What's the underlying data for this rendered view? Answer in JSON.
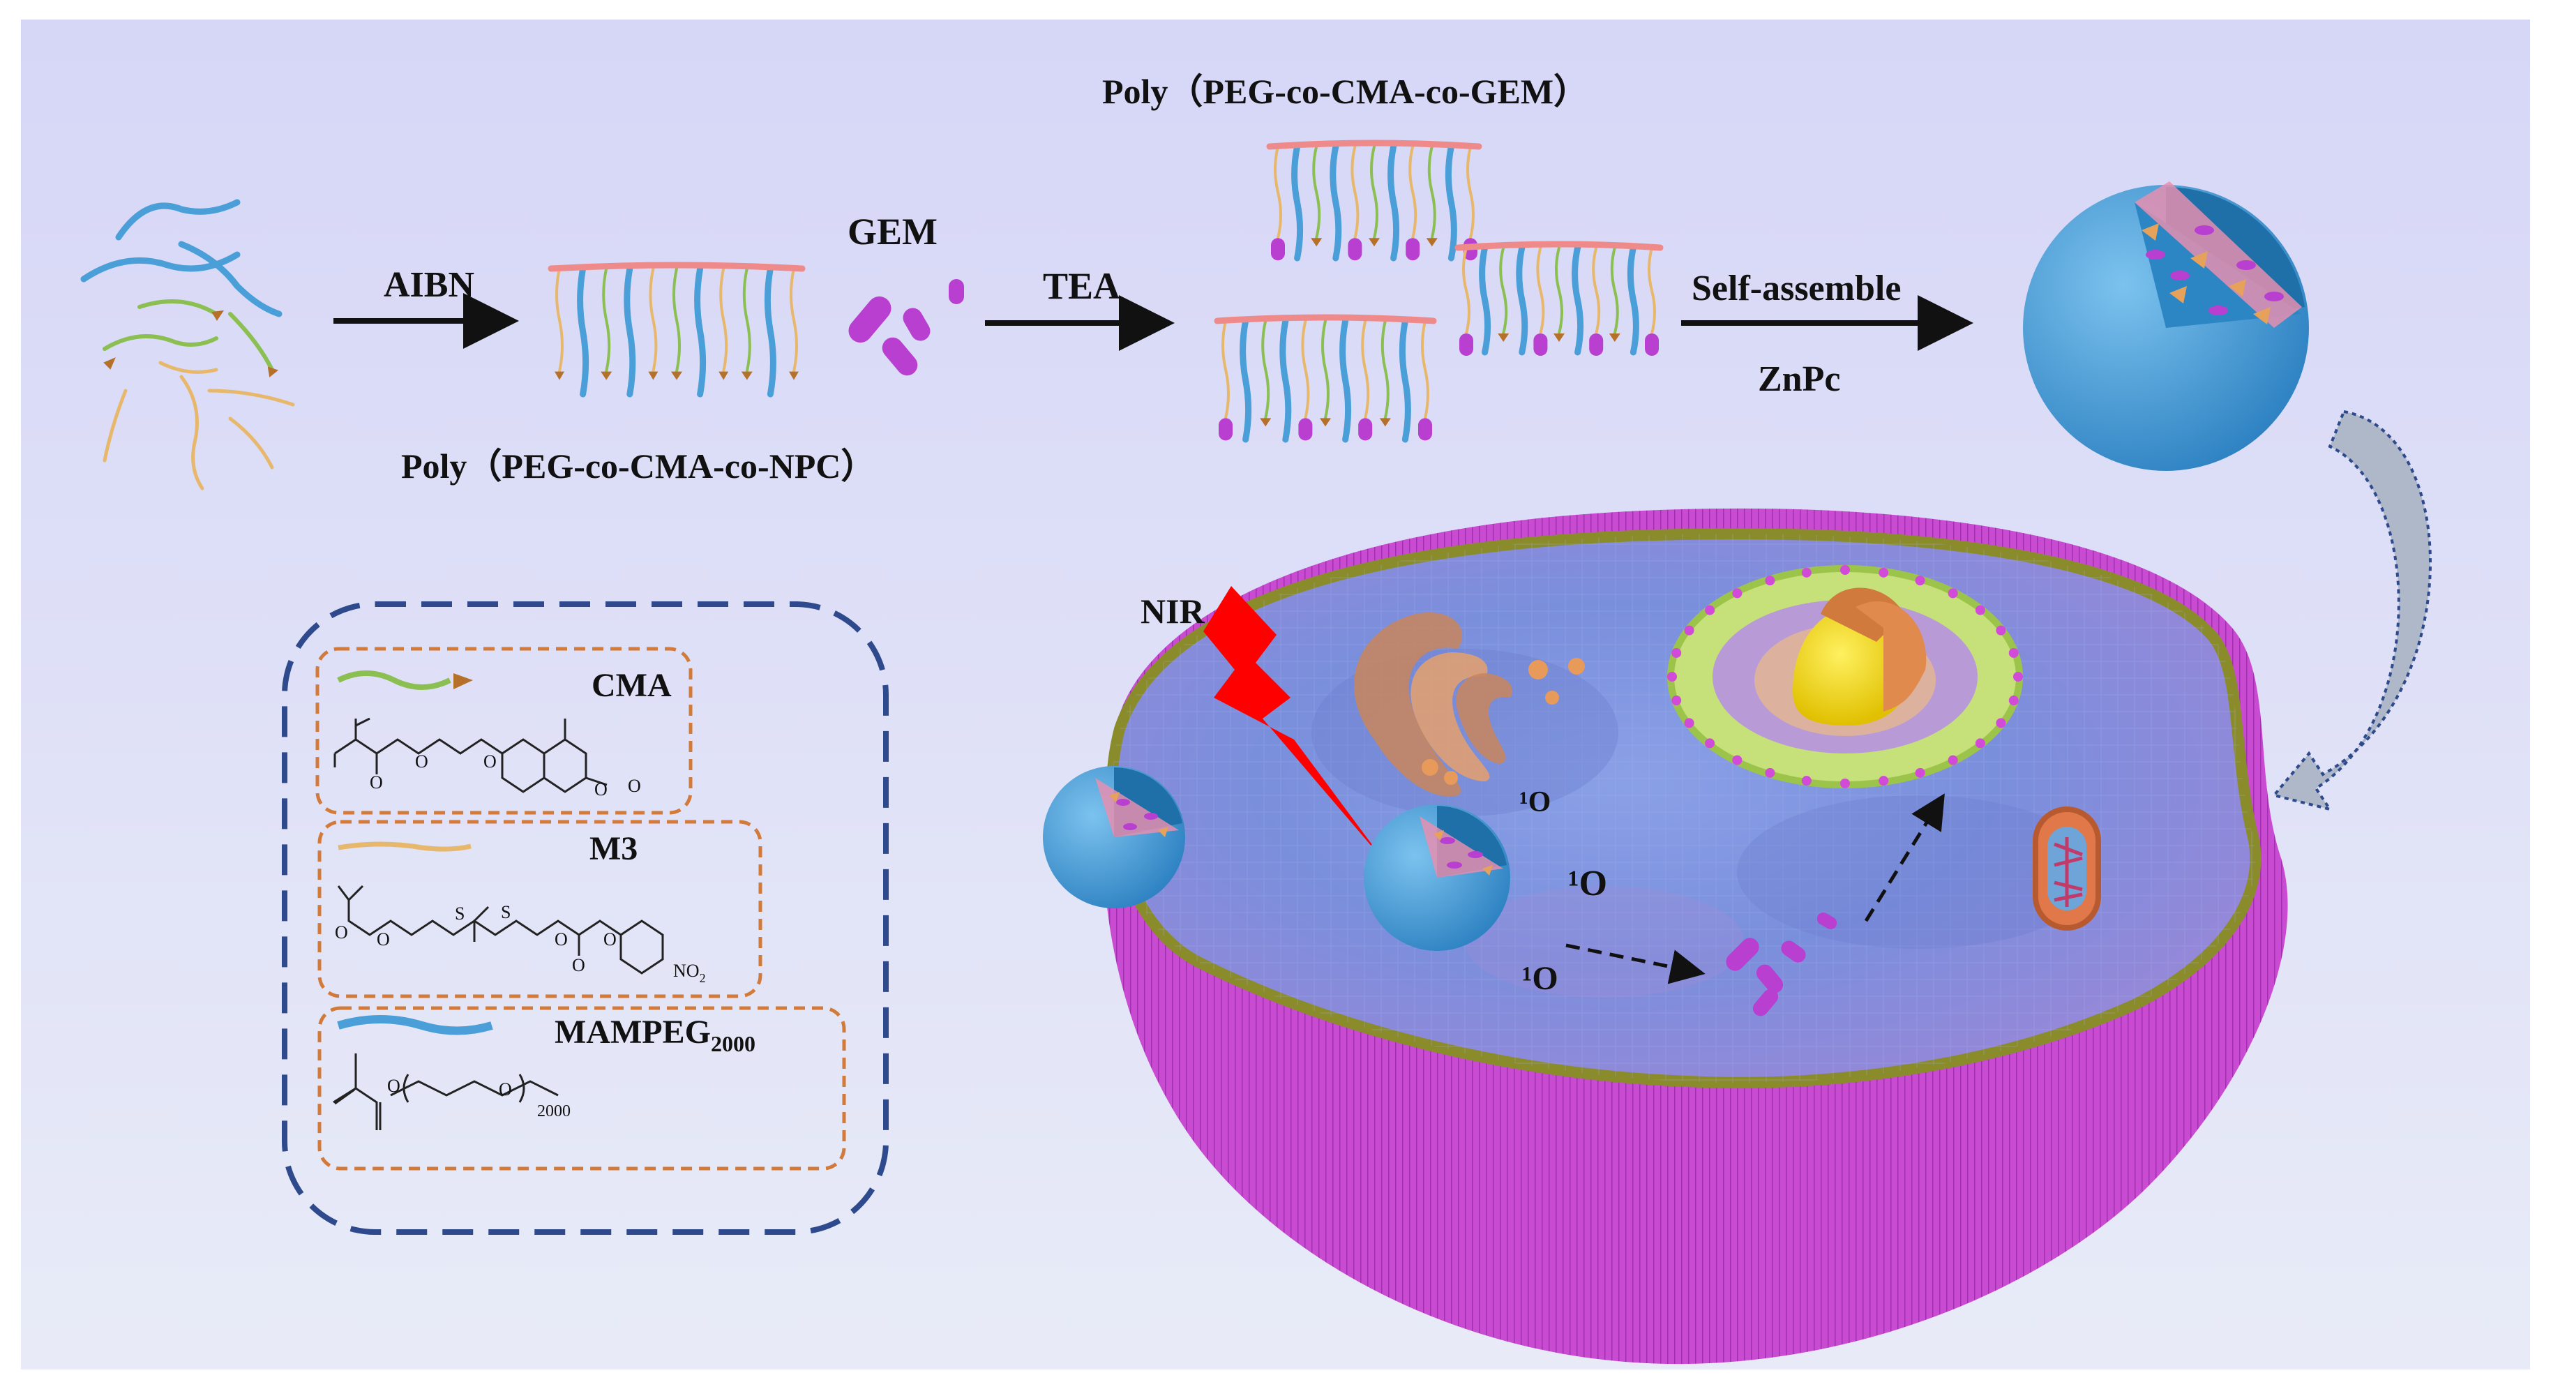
{
  "labels": {
    "aibn": "AIBN",
    "gem": "GEM",
    "tea": "TEA",
    "self_assemble": "Self-assemble",
    "znpc": "ZnPc",
    "poly_npc": "Poly（PEG-co-CMA-co-NPC）",
    "poly_gem": "Poly（PEG-co-CMA-co-GEM）",
    "nir": "NIR",
    "singlet_oxygen": "¹O"
  },
  "legend": {
    "cma": "CMA",
    "m3": "M3",
    "mampeg_base": "MAMPEG",
    "mampeg_sub": "2000",
    "no2_base": "NO",
    "no2_sub": "2",
    "subscript_2000": "2000"
  },
  "colors": {
    "background_top": "#d8d9f7",
    "background_bottom": "#e9ecf7",
    "peg_blue": "#4a9fd8",
    "cma_green": "#8cbf52",
    "m3_yellow": "#e7b86c",
    "backbone_pink": "#ef8a8a",
    "gem_purple": "#b83fd0",
    "nanoparticle_blue": "#3d9ad6",
    "cell_membrane": "#d14bd8",
    "nir_red": "#ff0000",
    "dashed_box_navy": "#2e4a8c",
    "dashed_box_orange": "#d27a3a"
  }
}
